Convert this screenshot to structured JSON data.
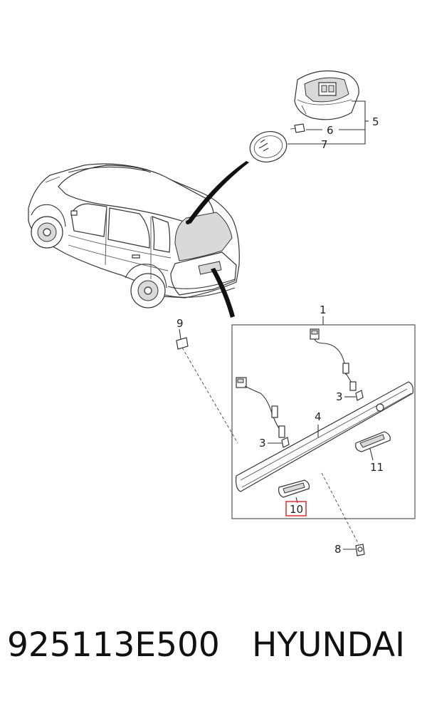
{
  "callouts": {
    "c1": "1",
    "c3a": "3",
    "c3b": "3",
    "c4": "4",
    "c5": "5",
    "c6": "6",
    "c7": "7",
    "c8": "8",
    "c9": "9",
    "c10": "10",
    "c11": "11"
  },
  "footer": {
    "part_number": "925113E500",
    "brand": "HYUNDAI"
  },
  "colors": {
    "highlight": "#e0393e",
    "line": "#333333"
  }
}
